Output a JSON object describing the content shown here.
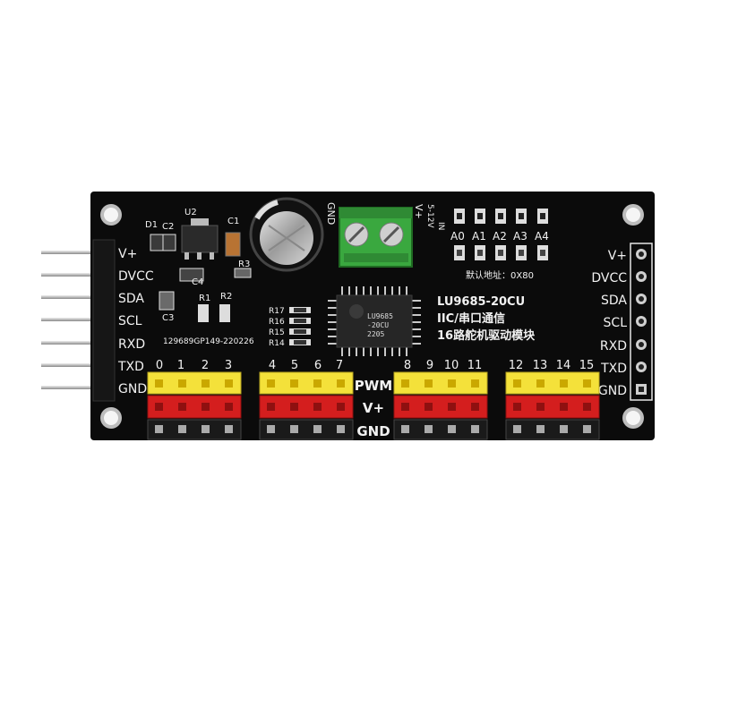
{
  "left_header": [
    "V+",
    "DVCC",
    "SDA",
    "SCL",
    "RXD",
    "TXD",
    "GND"
  ],
  "right_header": [
    "V+",
    "DVCC",
    "SDA",
    "SCL",
    "RXD",
    "TXD",
    "GND"
  ],
  "channel_labels": [
    "0",
    "1",
    "2",
    "3",
    "4",
    "5",
    "6",
    "7",
    "8",
    "9",
    "10",
    "11",
    "12",
    "13",
    "14",
    "15"
  ],
  "row_labels": {
    "pwm": "PWM",
    "vplus": "V+",
    "gnd": "GND"
  },
  "terminal": {
    "gnd": "GND",
    "vplus": "V+",
    "range": "5-12V",
    "in": "IN"
  },
  "address": {
    "pads": [
      "A0",
      "A1",
      "A2",
      "A3",
      "A4"
    ],
    "label": "默认地址：0X80"
  },
  "chip_marking": [
    "LU9685",
    "-20CU",
    "2205"
  ],
  "title": [
    "LU9685-20CU",
    "IIC/串口通信",
    "16路舵机驱动模块"
  ],
  "serial": "129689GP149-220226",
  "components": {
    "d1": "D1",
    "c2": "C2",
    "u2": "U2",
    "c1": "C1",
    "c4": "C4",
    "c3": "C3",
    "r3": "R3",
    "r1": "R1",
    "r2": "R2",
    "r17": "R17",
    "r16": "R16",
    "r15": "R15",
    "r14": "R14"
  },
  "colors": {
    "board": "#0b0b0b",
    "pwm_header": "#f4e13a",
    "vplus_header": "#d41e1e",
    "gnd_header": "#1a1a1a",
    "terminal": "#3aa83f",
    "silkscreen": "#f2f2f2"
  }
}
